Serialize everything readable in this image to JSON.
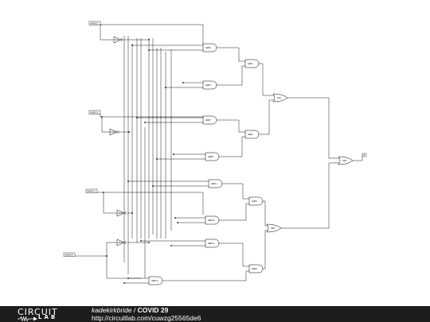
{
  "inputs": [
    "INSIG1",
    "INSIG2",
    "INSIG3",
    "INSIG4"
  ],
  "output": "Z",
  "gates": {
    "not": [
      "NOT1",
      "NOT2",
      "NOT3",
      "NOT4"
    ],
    "and": [
      "AND3",
      "AND4",
      "AND7",
      "AND8",
      "AND9",
      "AND10",
      "AND11",
      "AND12",
      "AND1",
      "AND2",
      "AND5",
      "AND6"
    ],
    "or": [
      "OR1",
      "OR2",
      "OR3"
    ]
  },
  "footer": {
    "logo_top": "CIRCUIT",
    "logo_bottom": "LAB",
    "author": "kadekirkbride",
    "separator": " / ",
    "title": "COVID 29",
    "url": "http://circuitlab.com/cuwzg25565de6"
  }
}
